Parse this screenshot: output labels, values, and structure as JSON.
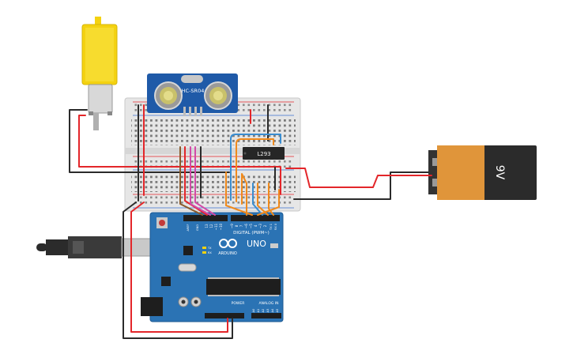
{
  "sensor": {
    "model": "HC-SR04"
  },
  "chip": {
    "label": "L293"
  },
  "battery": {
    "label": "9V"
  },
  "arduino": {
    "logo": "ARDUINO",
    "model": "UNO",
    "digital_header": "DIGITAL (PWM~)",
    "power_header": "POWER",
    "analog_header": "ANALOG IN",
    "aref": "AREF",
    "gnd": "GND",
    "tx": "TX",
    "rx": "RX",
    "pin_labels": [
      "13",
      "12",
      "~11",
      "~10",
      "~9",
      "8",
      "7",
      "~6",
      "~5",
      "4",
      "~3",
      "2",
      "TX 1",
      "RX 0"
    ],
    "analog_labels": [
      "A0",
      "A1",
      "A2",
      "A3",
      "A4",
      "A5"
    ]
  },
  "colors": {
    "wire_red": "#e3262a",
    "wire_black": "#2b2b2b",
    "wire_orange": "#f08a1c",
    "wire_blue": "#3a8dd0",
    "wire_pink": "#d24aa8",
    "wire_brown": "#8b5a2b",
    "board_blue": "#2b73b4",
    "motor_yellow": "#f4d210",
    "battery_orange": "#e0953a"
  }
}
